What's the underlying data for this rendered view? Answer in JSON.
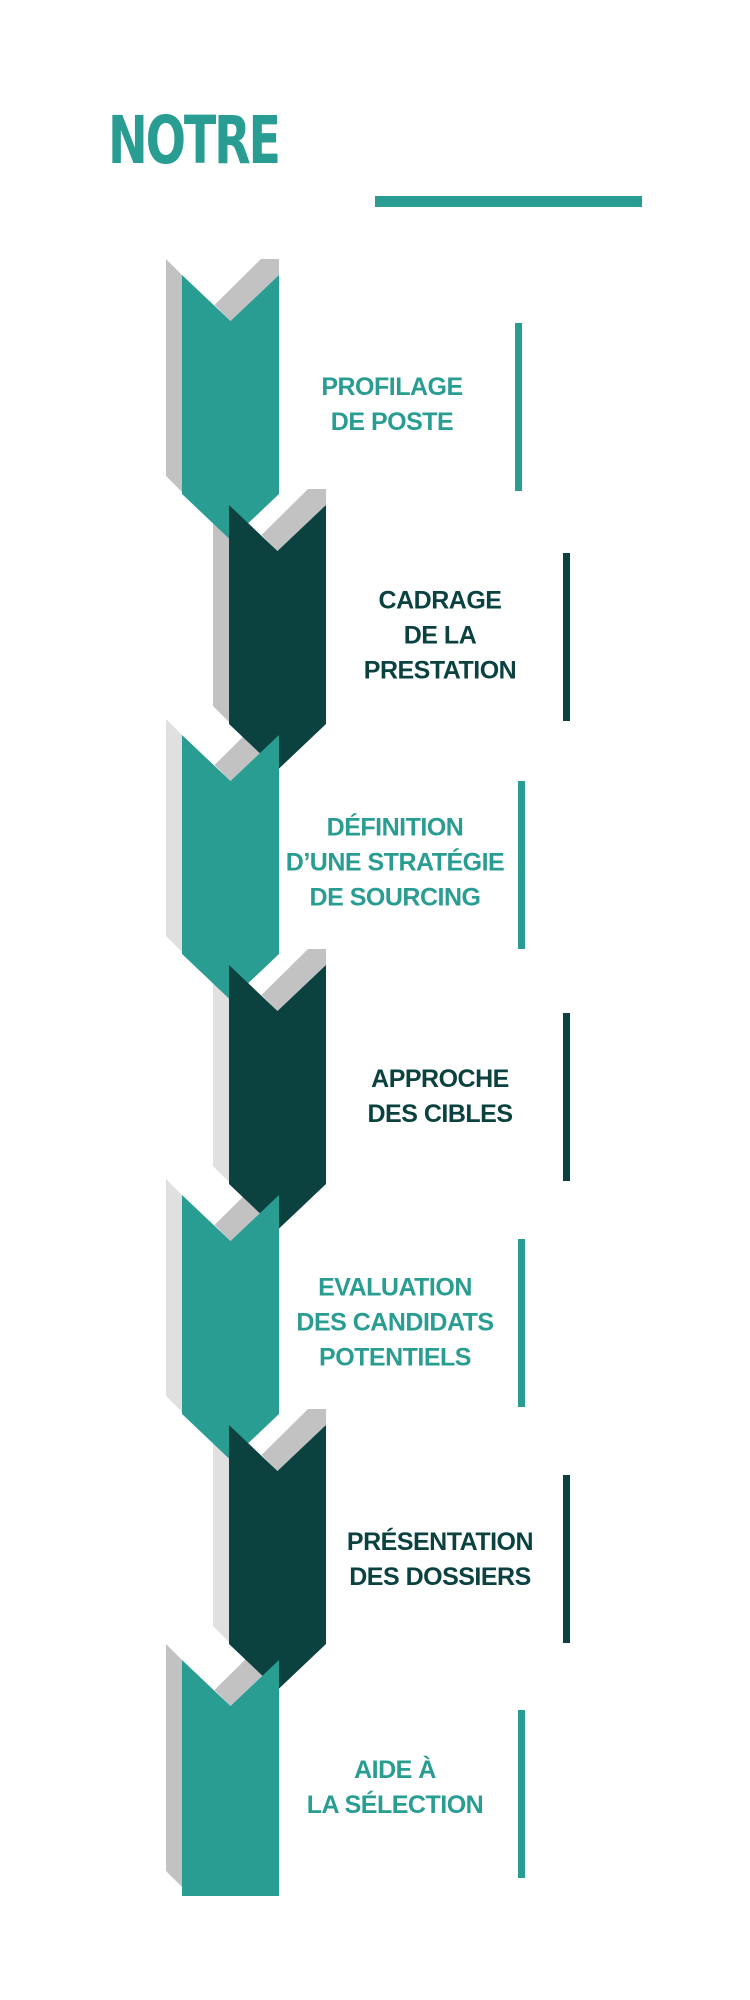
{
  "title": "NOTRE",
  "colors": {
    "teal": "#2a9d93",
    "dark_teal": "#0b4240",
    "grey_dark": "#c2c2c2",
    "grey_light": "#e0e0e0"
  },
  "steps": [
    {
      "label": "PROFILAGE\nDE POSTE",
      "tone": "teal"
    },
    {
      "label": "CADRAGE\nDE LA\nPRESTATION",
      "tone": "dark_teal"
    },
    {
      "label": "DÉFINITION\nD’UNE STRATÉGIE\nDE SOURCING",
      "tone": "teal"
    },
    {
      "label": "APPROCHE\nDES CIBLES",
      "tone": "dark_teal"
    },
    {
      "label": "EVALUATION\nDES CANDIDATS\nPOTENTIELS",
      "tone": "teal"
    },
    {
      "label": "PRÉSENTATION\nDES DOSSIERS",
      "tone": "dark_teal"
    },
    {
      "label": "AIDE À\nLA SÉLECTION",
      "tone": "teal"
    }
  ]
}
